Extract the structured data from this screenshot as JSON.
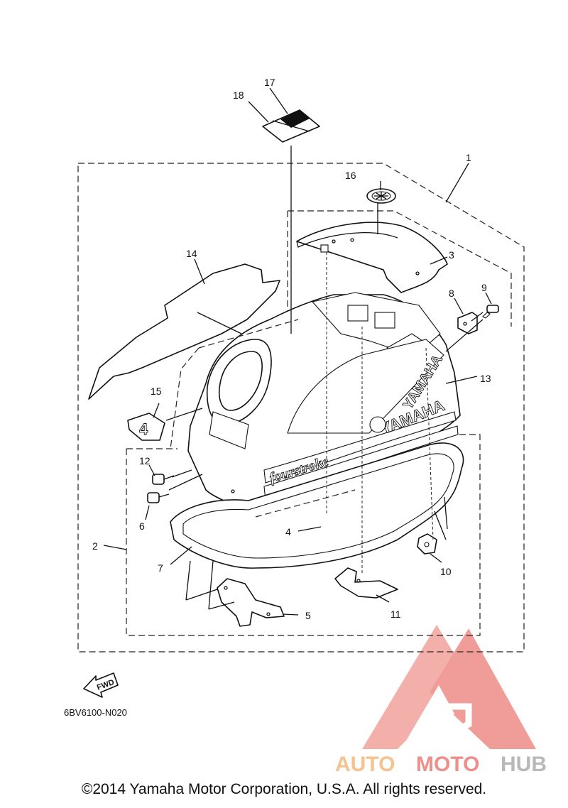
{
  "diagram": {
    "part_code": "6BV6100-N020",
    "copyright": "©2014 Yamaha Motor Corporation, U.S.A. All rights reserved.",
    "fwd_label": "FWD",
    "cover_brand": "YAMAHA",
    "cover_script": "fourstroke",
    "badge_label": "4",
    "callouts": [
      {
        "id": "c1",
        "label": "1"
      },
      {
        "id": "c2",
        "label": "2"
      },
      {
        "id": "c3",
        "label": "3"
      },
      {
        "id": "c4",
        "label": "4"
      },
      {
        "id": "c5",
        "label": "5"
      },
      {
        "id": "c6",
        "label": "6"
      },
      {
        "id": "c7",
        "label": "7"
      },
      {
        "id": "c8",
        "label": "8"
      },
      {
        "id": "c9",
        "label": "9"
      },
      {
        "id": "c10",
        "label": "10"
      },
      {
        "id": "c11",
        "label": "11"
      },
      {
        "id": "c12",
        "label": "12"
      },
      {
        "id": "c13",
        "label": "13"
      },
      {
        "id": "c14",
        "label": "14"
      },
      {
        "id": "c15",
        "label": "15"
      },
      {
        "id": "c16",
        "label": "16"
      },
      {
        "id": "c17",
        "label": "17"
      },
      {
        "id": "c18",
        "label": "18"
      }
    ]
  },
  "watermark": {
    "part1": "AUTO",
    "part2": "MOTO",
    "part3": "HUB",
    "color_primary": "#f6b79a",
    "color_secondary": "#ef8f8a",
    "color_tertiary": "#b8b8b8"
  }
}
